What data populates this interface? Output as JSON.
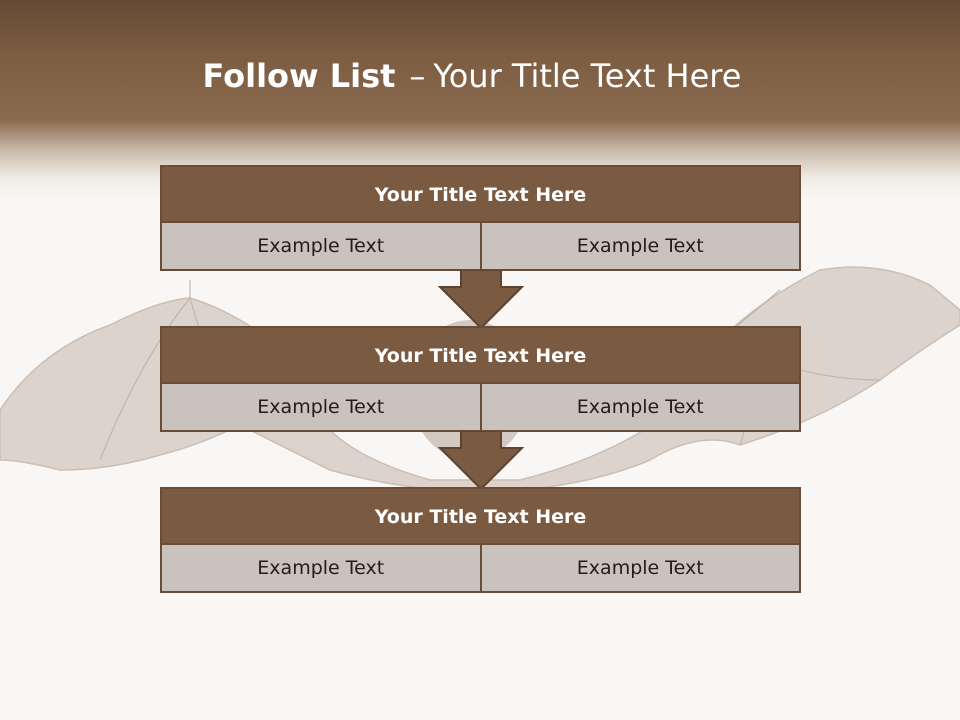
{
  "slide": {
    "title_bold": "Follow List",
    "title_sep": "–",
    "title_rest": "Your Title Text Here"
  },
  "blocks": [
    {
      "title": "Your Title Text Here",
      "cells": [
        "Example Text",
        "Example Text"
      ]
    },
    {
      "title": "Your Title Text Here",
      "cells": [
        "Example Text",
        "Example Text"
      ]
    },
    {
      "title": "Your Title Text Here",
      "cells": [
        "Example Text",
        "Example Text"
      ]
    }
  ],
  "colors": {
    "header_brown": "#7d5d42",
    "block_title": "#7a5a41",
    "block_body": "#cac2bc",
    "arrow": "#7a5a41"
  }
}
